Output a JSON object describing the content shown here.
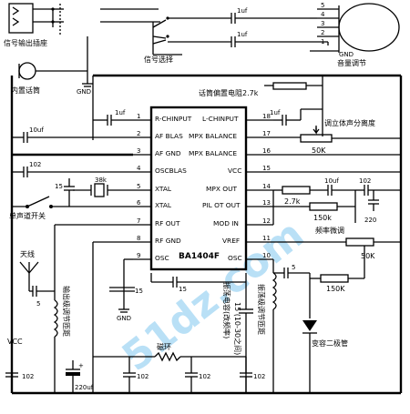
{
  "chip": {
    "part": "BA1404F",
    "pins_left": [
      {
        "n": "1",
        "label": "R-CHINPUT"
      },
      {
        "n": "2",
        "label": "AF BLAS"
      },
      {
        "n": "3",
        "label": "AF GND"
      },
      {
        "n": "4",
        "label": "OSCBLAS"
      },
      {
        "n": "5",
        "label": "XTAL"
      },
      {
        "n": "6",
        "label": "XTAL"
      },
      {
        "n": "7",
        "label": "RF OUT"
      },
      {
        "n": "8",
        "label": "RF GND"
      },
      {
        "n": "9",
        "label": "OSC"
      }
    ],
    "pins_right": [
      {
        "n": "18",
        "label": "L-CHINPUT"
      },
      {
        "n": "17",
        "label": "MPX BALANCE"
      },
      {
        "n": "16",
        "label": "MPX BALANCE"
      },
      {
        "n": "15",
        "label": "VCC"
      },
      {
        "n": "14",
        "label": "MPX OUT"
      },
      {
        "n": "13",
        "label": "PIL OT OUT"
      },
      {
        "n": "12",
        "label": "MOD IN"
      },
      {
        "n": "11",
        "label": "VREF"
      },
      {
        "n": "10",
        "label": "OSC"
      }
    ]
  },
  "labels": {
    "signal_jack": "信号输出插座",
    "mic": "内置话筒",
    "gnd": "GND",
    "signal_select": "信号选择",
    "volume": "音量调节",
    "mic_bias": "话筒偏置电阻2.7k",
    "stereo_sep": "调立体声分离度",
    "mono_switch": "单声道开关",
    "antenna": "天线",
    "out_tune": "输出级调节匝距",
    "osc_cap": "振荡电容(改频率)",
    "osc_cap_range": "15 (10-30之间)",
    "osc_tune": "振荡级调节匝距",
    "freq_fine": "频率微调",
    "varactor": "变容二极管",
    "bead": "磁环",
    "vcc": "VCC",
    "pot_pins": [
      "5",
      "4",
      "3",
      "2",
      "1"
    ]
  },
  "values": {
    "c_1uf_a": "1uf",
    "c_1uf_b": "1uf",
    "c_1uf_c": "1uf",
    "c_1uf_d": "1uf",
    "c_10uf_a": "10uf",
    "c_102_a": "102",
    "c_15_a": "15",
    "c_38k": "38k",
    "c_5_a": "5",
    "c_15_b": "15",
    "c_15_c": "15",
    "r_50k_a": "50K",
    "r_2_7k": "2.7k",
    "c_10uf_b": "10uf",
    "c_102_b": "102",
    "r_150k_a": "150k",
    "c_220": "220",
    "r_50k_b": "50K",
    "r_150k_b": "150K",
    "c_5_b": "5",
    "c_102_c": "102",
    "c_220uf": "220uf",
    "c_102_d": "102",
    "c_102_e": "102",
    "c_102_f": "102"
  },
  "watermark": "51dz.com"
}
